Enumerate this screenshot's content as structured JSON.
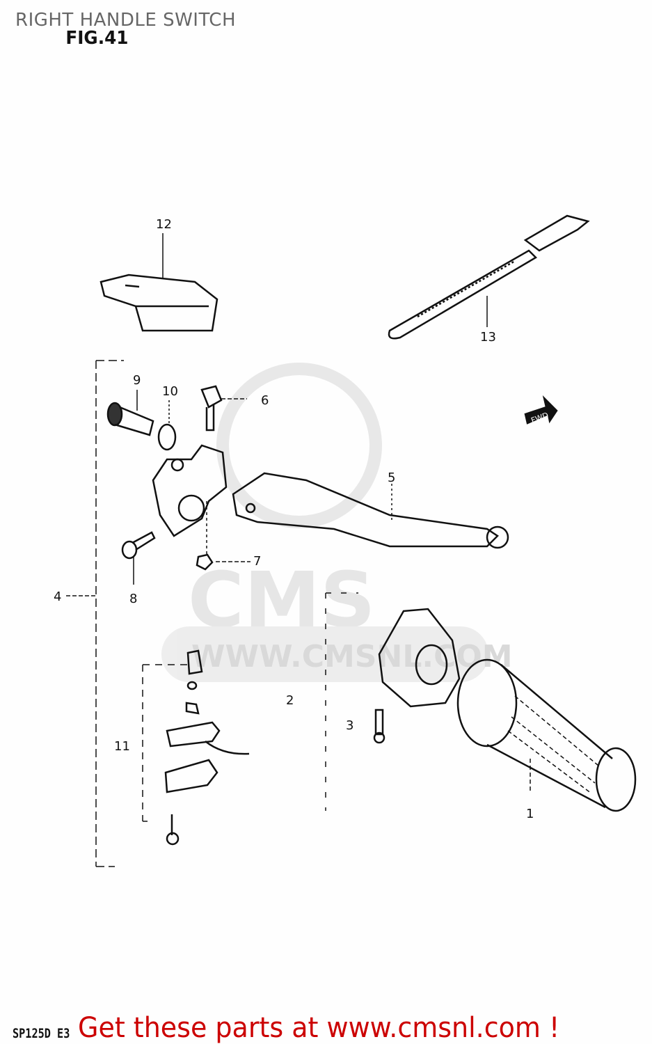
{
  "header": {
    "title": "RIGHT HANDLE SWITCH",
    "figure": "FIG.41"
  },
  "watermark": {
    "logo": "CMS",
    "url": "WWW.CMSNL.COM"
  },
  "diagram": {
    "direction_arrow": "FWD",
    "callouts": [
      {
        "id": "12",
        "part": "switch-housing"
      },
      {
        "id": "13",
        "part": "cable-tie"
      },
      {
        "id": "9",
        "part": "adjuster-bolt"
      },
      {
        "id": "10",
        "part": "lock-nut"
      },
      {
        "id": "6",
        "part": "pivot-bolt"
      },
      {
        "id": "5",
        "part": "lever"
      },
      {
        "id": "4",
        "part": "lever-holder-assembly"
      },
      {
        "id": "7",
        "part": "nut"
      },
      {
        "id": "8",
        "part": "screw"
      },
      {
        "id": "11",
        "part": "switch-assembly"
      },
      {
        "id": "2",
        "part": "throttle-housing"
      },
      {
        "id": "3",
        "part": "screw"
      },
      {
        "id": "1",
        "part": "grip"
      }
    ]
  },
  "footer": {
    "model": "SP125D E3",
    "promo": "Get these parts at www.cmsnl.com !"
  },
  "colors": {
    "promo": "#cc0000",
    "title": "#666666",
    "ink": "#111111"
  }
}
